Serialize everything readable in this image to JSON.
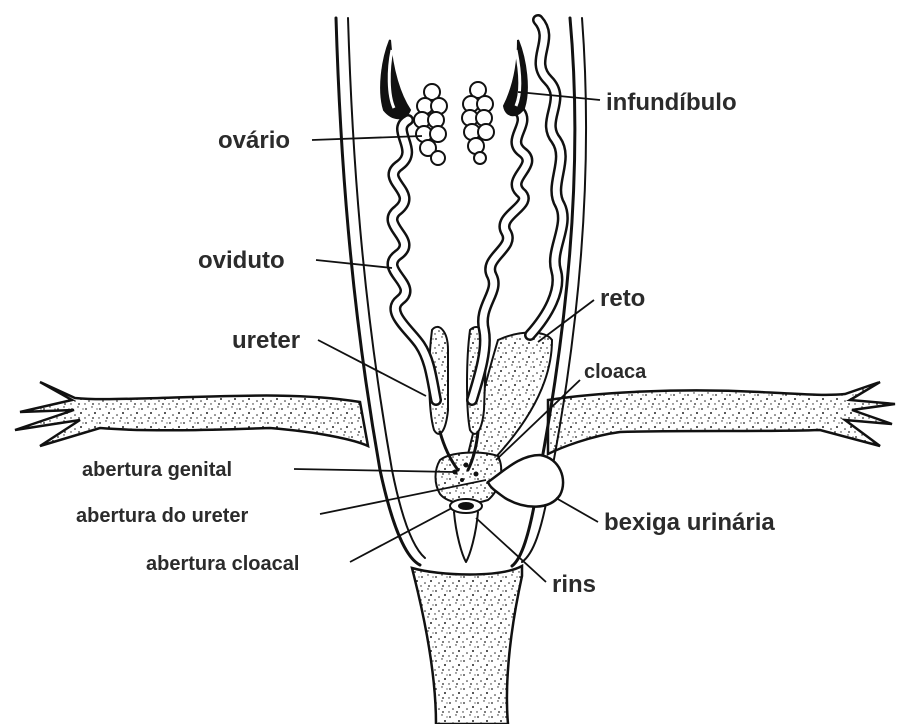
{
  "labels": {
    "infundibulo": "infundíbulo",
    "ovario": "ovário",
    "oviduto": "oviduto",
    "reto": "reto",
    "ureter": "ureter",
    "cloaca": "cloaca",
    "abertura_genital": "abertura genital",
    "abertura_do_ureter": "abertura do ureter",
    "abertura_cloacal": "abertura cloacal",
    "bexiga_urinaria": "bexiga urinária",
    "rins": "rins"
  },
  "colors": {
    "ink": "#111111",
    "label_text": "#2b2b2b",
    "background": "#ffffff"
  }
}
